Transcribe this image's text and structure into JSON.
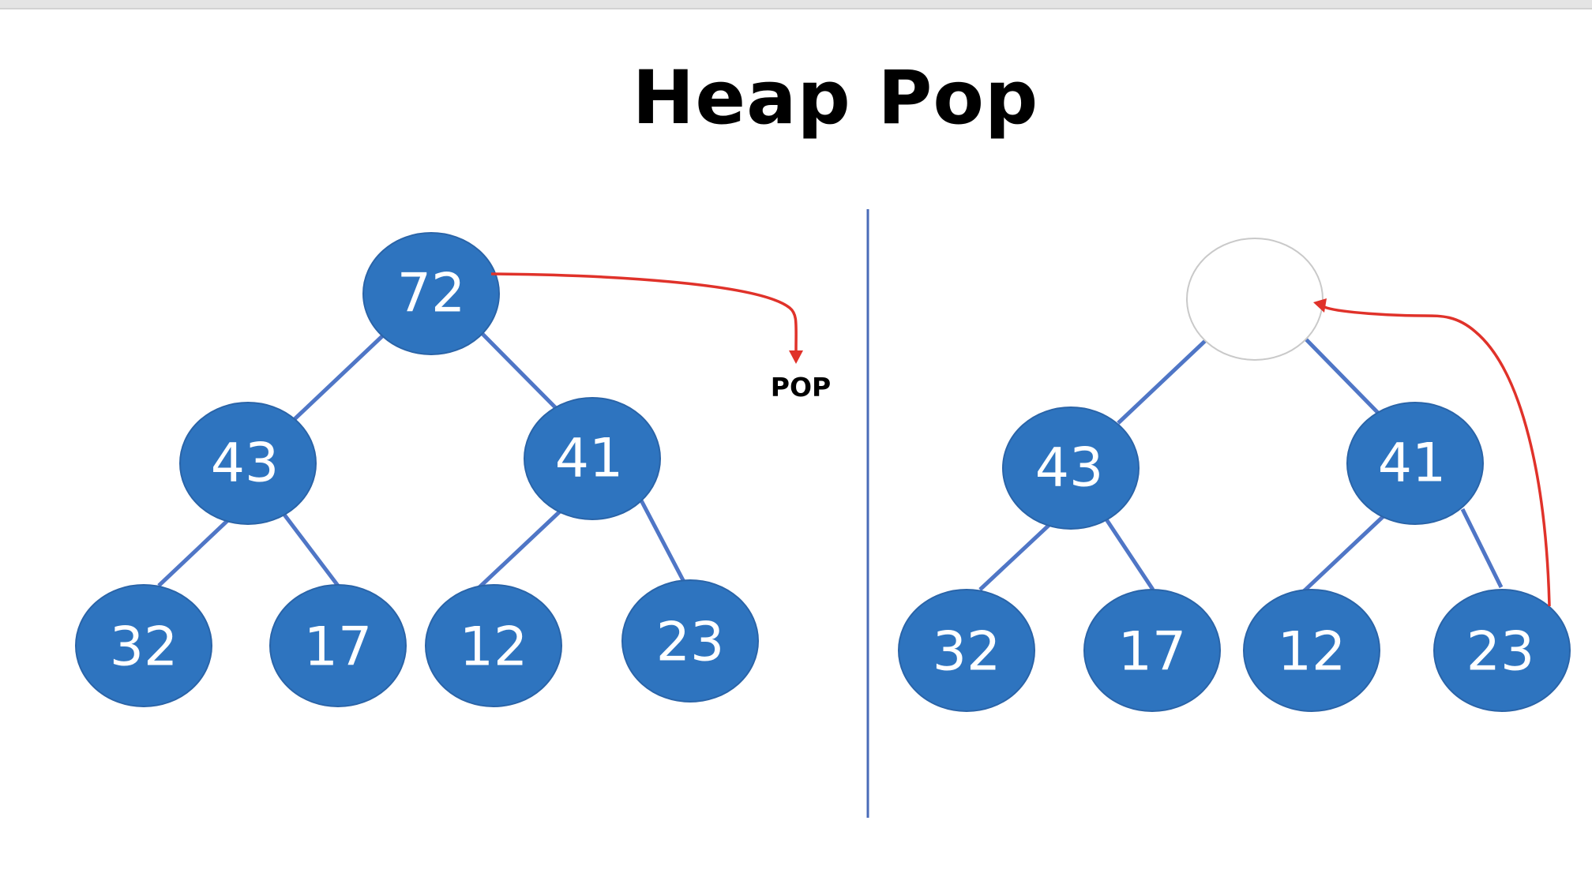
{
  "title": "Heap Pop",
  "left_heap": {
    "root": "72",
    "level1": [
      "43",
      "41"
    ],
    "level2": [
      "32",
      "17",
      "12",
      "23"
    ],
    "pop_label": "POP"
  },
  "right_heap": {
    "root": "",
    "level1": [
      "43",
      "41"
    ],
    "level2": [
      "32",
      "17",
      "12",
      "23"
    ]
  },
  "colors": {
    "node": "#2e74bf",
    "edge": "#4f76c6",
    "arrow": "#e0322a",
    "divider": "#4a6bb8"
  }
}
